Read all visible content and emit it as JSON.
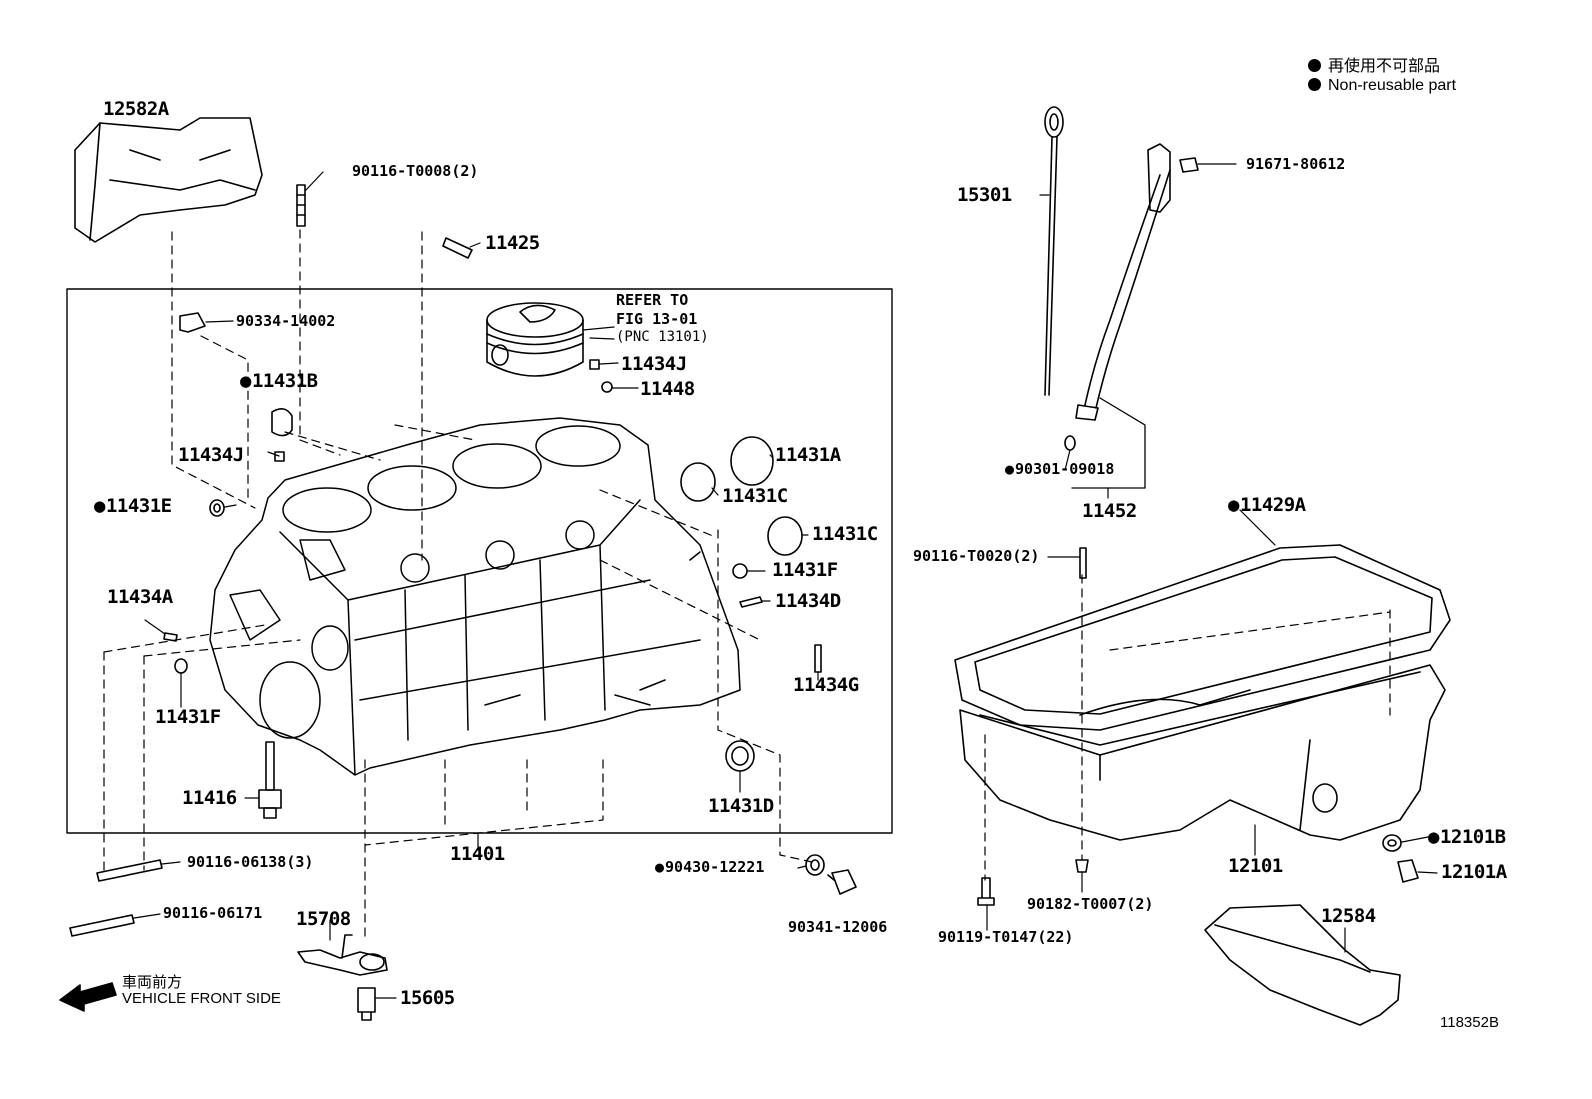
{
  "legend": {
    "jp": "再使用不可部品",
    "en": "Non-reusable part"
  },
  "vehicle_front": {
    "jp": "車両前方",
    "en": "VEHICLE FRONT SIDE"
  },
  "refer": {
    "line1": "REFER TO",
    "line2": "FIG 13-01",
    "line3": "(PNC 13101)"
  },
  "figure_id": "118352B",
  "parts": {
    "p12582A": "12582A",
    "p90116_T0008": "90116-T0008(2)",
    "p11425": "11425",
    "p90334_14002": "90334-14002",
    "p11431B": "11431B",
    "p11434J_a": "11434J",
    "p11448": "11448",
    "p11434J_b": "11434J",
    "p11431E": "11431E",
    "p11431A": "11431A",
    "p11431C_a": "11431C",
    "p11431C_b": "11431C",
    "p11431F_a": "11431F",
    "p11434D": "11434D",
    "p11434A": "11434A",
    "p11434G": "11434G",
    "p11431F_b": "11431F",
    "p11416": "11416",
    "p11431D": "11431D",
    "p11401": "11401",
    "p90116_06138": "90116-06138(3)",
    "p90116_06171": "90116-06171",
    "p90430_12221": "90430-12221",
    "p90341_12006": "90341-12006",
    "p15708": "15708",
    "p15605": "15605",
    "p15301": "15301",
    "p91671_80612": "91671-80612",
    "p90301_09018": "90301-09018",
    "p11452": "11452",
    "p11429A": "11429A",
    "p90116_T0020": "90116-T0020(2)",
    "p12101B": "12101B",
    "p12101": "12101",
    "p12101A": "12101A",
    "p90182_T0007": "90182-T0007(2)",
    "p12584": "12584",
    "p90119_T0147": "90119-T0147(22)"
  }
}
